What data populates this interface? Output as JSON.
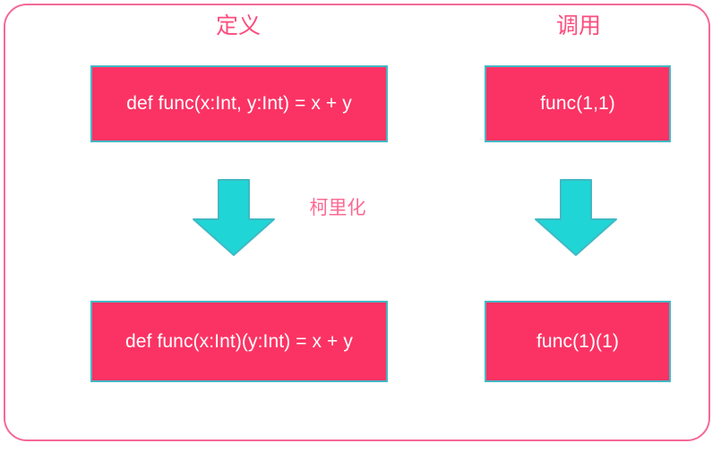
{
  "diagram": {
    "title_left": "定义",
    "title_right": "调用",
    "transform_label": "柯里化",
    "colors": {
      "frame_border": "#f4689a",
      "heading_text": "#fb4d7d",
      "box_fill": "#fb3364",
      "box_border": "#43b8c4",
      "box_text": "#ffffff",
      "arrow_fill": "#20d5d5",
      "arrow_stroke": "#3fb9c4",
      "label_text": "#fb6a92",
      "background": "#ffffff"
    },
    "columns": [
      {
        "name": "definition",
        "heading": "定义",
        "before": "def func(x:Int, y:Int) = x + y",
        "after": "def func(x:Int)(y:Int) = x + y",
        "arrow": "down-arrow-icon"
      },
      {
        "name": "invocation",
        "heading": "调用",
        "before": "func(1,1)",
        "after": "func(1)(1)",
        "arrow": "down-arrow-icon"
      }
    ]
  }
}
